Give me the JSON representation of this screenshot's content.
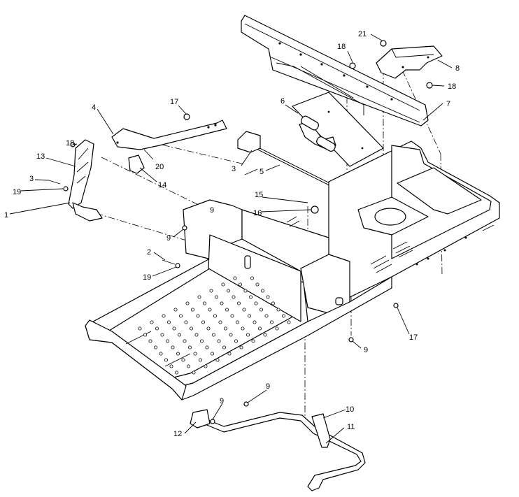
{
  "diagram": {
    "callouts": [
      "1",
      "2",
      "3",
      "3",
      "4",
      "5",
      "6",
      "7",
      "8",
      "9",
      "9",
      "9",
      "9",
      "9",
      "10",
      "11",
      "12",
      "13",
      "14",
      "15",
      "16",
      "17",
      "17",
      "18",
      "18",
      "18",
      "19",
      "19",
      "20",
      "21"
    ]
  }
}
